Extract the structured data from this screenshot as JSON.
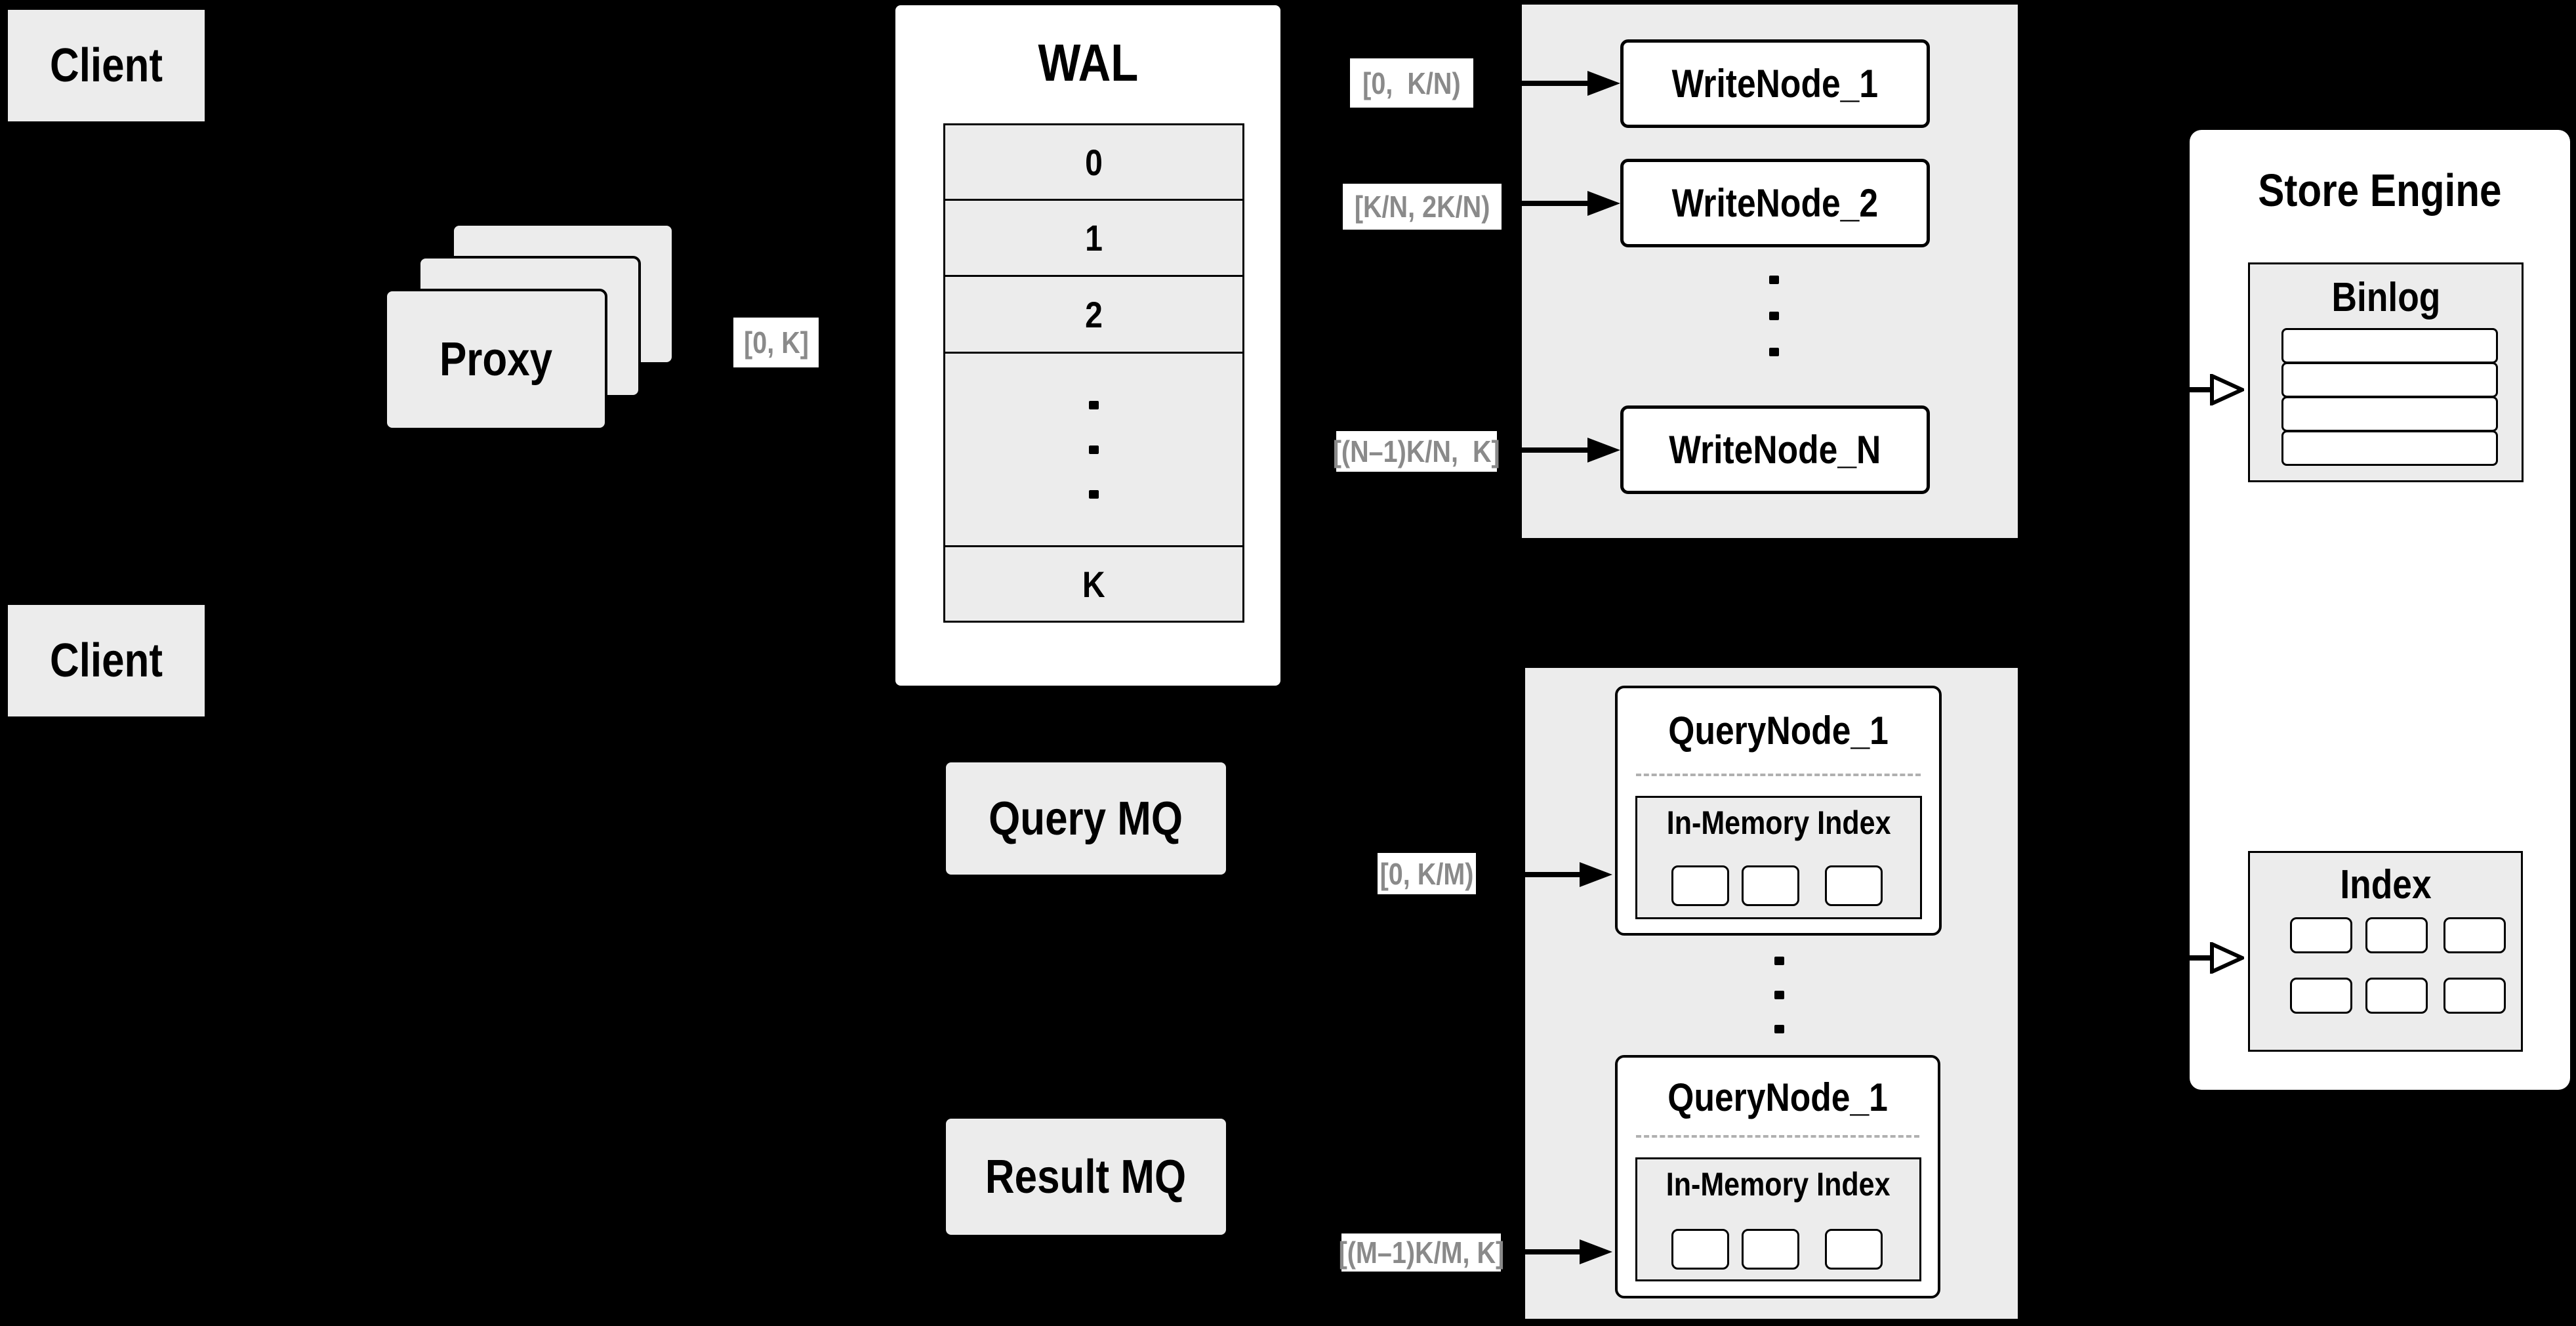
{
  "colors": {
    "background": "#000000",
    "box_fill": "#ececec",
    "node_fill": "#ffffff",
    "border": "#000000",
    "chip_text": "#8a8a8a",
    "dashed_divider": "#b0b0b0"
  },
  "clients": {
    "top": "Client",
    "bottom": "Client"
  },
  "proxy": {
    "label": "Proxy"
  },
  "chips": {
    "proxy_range": "[0, K]",
    "write": [
      "[0,  K/N)",
      "[K/N, 2K/N)",
      "[(N–1)K/N,  K]"
    ],
    "query": [
      "[0, K/M)",
      "[(M–1)K/M, K]"
    ]
  },
  "wal": {
    "title": "WAL",
    "rows": [
      "0",
      "1",
      "2",
      "K"
    ]
  },
  "write_nodes": {
    "labels": [
      "WriteNode_1",
      "WriteNode_2",
      "WriteNode_N"
    ]
  },
  "mq": {
    "query": "Query MQ",
    "result": "Result MQ"
  },
  "query_nodes": {
    "top": {
      "title": "QueryNode_1",
      "subtitle": "In-Memory Index"
    },
    "bottom": {
      "title": "QueryNode_1",
      "subtitle": "In-Memory Index"
    }
  },
  "store_engine": {
    "title": "Store Engine",
    "binlog": "Binlog",
    "index": "Index"
  }
}
